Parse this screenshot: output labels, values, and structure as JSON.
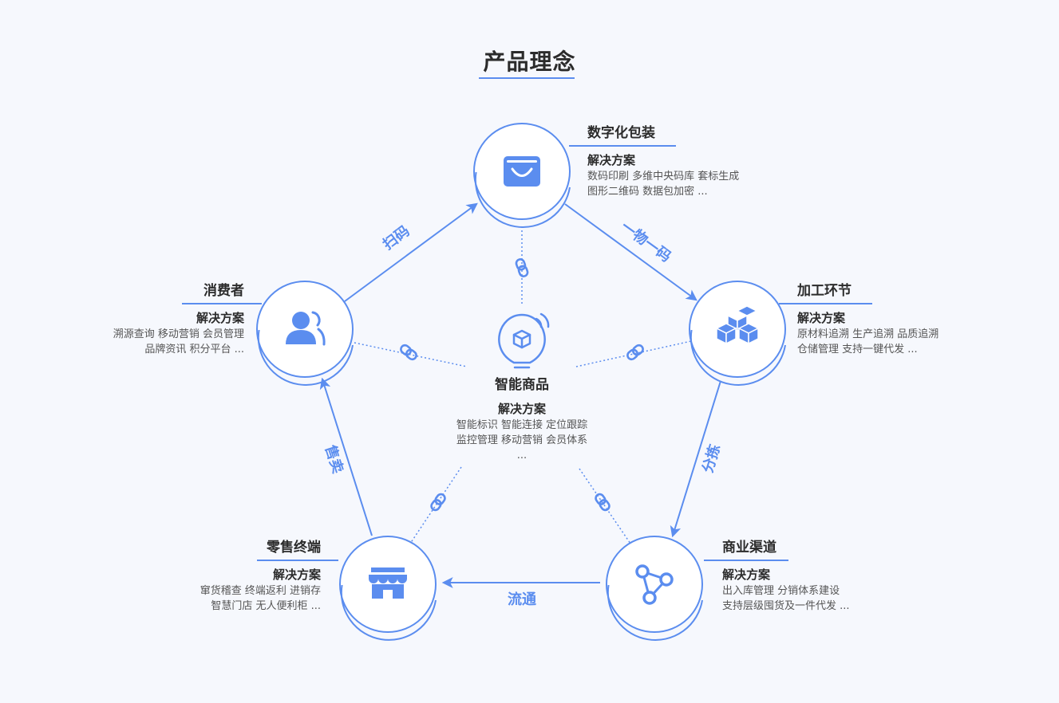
{
  "title": "产品理念",
  "center": {
    "name": "智能商品",
    "solution_label": "解决方案",
    "lines": [
      "智能标识 智能连接 定位跟踪",
      "监控管理 移动营销 会员体系",
      "..."
    ]
  },
  "nodes": {
    "packaging": {
      "name": "数字化包装",
      "solution_label": "解决方案",
      "lines": [
        "数码印刷 多维中央码库 套标生成",
        "图形二维码 数据包加密 ..."
      ],
      "icon": "shopping-bag-icon"
    },
    "processing": {
      "name": "加工环节",
      "solution_label": "解决方案",
      "lines": [
        "原材料追溯 生产追溯 品质追溯",
        "仓储管理 支持一键代发 ..."
      ],
      "icon": "cubes-icon"
    },
    "channel": {
      "name": "商业渠道",
      "solution_label": "解决方案",
      "lines": [
        "出入库管理 分销体系建设",
        "支持层级囤货及一件代发 ..."
      ],
      "icon": "network-icon"
    },
    "retail": {
      "name": "零售终端",
      "solution_label": "解决方案",
      "lines": [
        "窜货稽查 终端返利 进销存",
        "智慧门店 无人便利柜 ..."
      ],
      "icon": "store-icon"
    },
    "consumer": {
      "name": "消费者",
      "solution_label": "解决方案",
      "lines": [
        "溯源查询 移动营销 会员管理",
        "品牌资讯 积分平台 ..."
      ],
      "icon": "users-icon"
    }
  },
  "edges": {
    "consumer_to_packaging": "扫码",
    "packaging_to_processing": "一物一码",
    "processing_to_channel": "分拣",
    "channel_to_retail": "流通",
    "retail_to_consumer": "售卖"
  },
  "colors": {
    "accent": "#5b8def",
    "text": "#2b2b2b",
    "background": "#f6f8fd"
  }
}
